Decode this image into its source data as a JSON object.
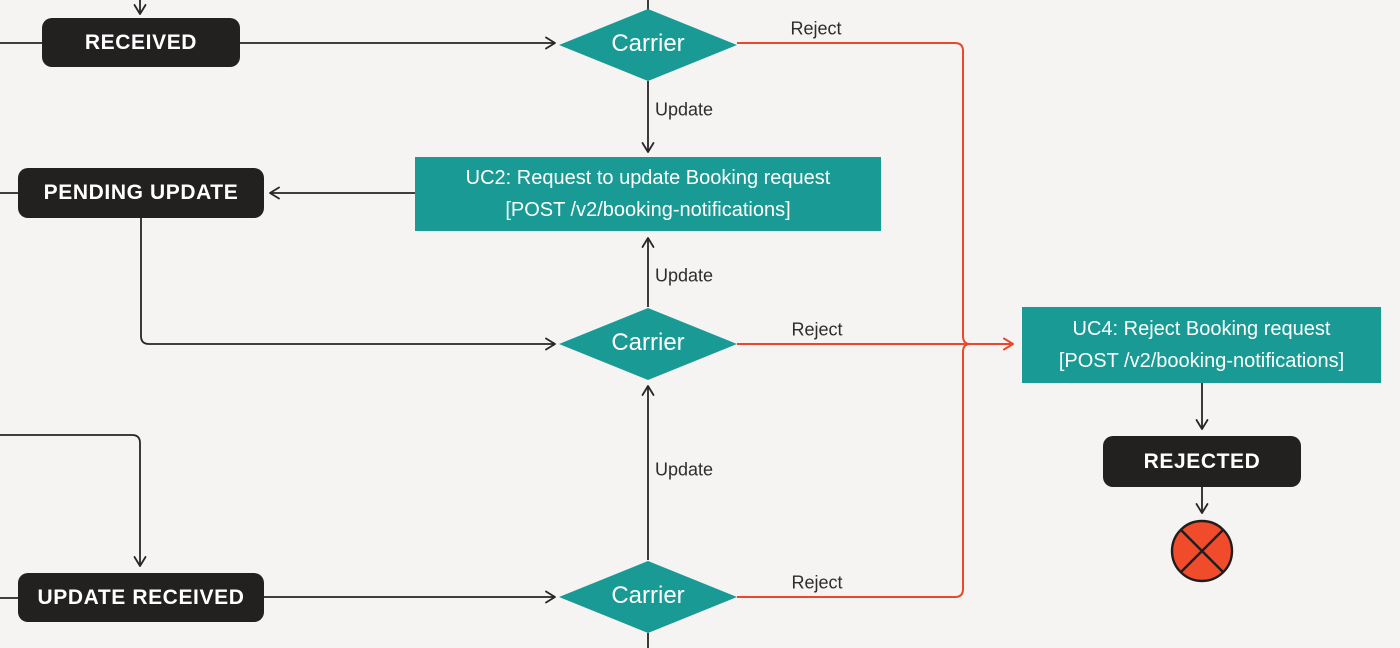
{
  "diagram": {
    "type": "flowchart",
    "title_hint": "Booking request notification state flow",
    "colors": {
      "background": "#f5f4f2",
      "state_fill": "#232020",
      "decision_fill": "#1a9a94",
      "usecase_fill": "#1a9a94",
      "line": "#272525",
      "reject_line": "#e8492b",
      "end_circle_fill": "#f04b2b",
      "text_light": "#ffffff",
      "text_dark": "#2f2d2c"
    },
    "nodes": {
      "received": {
        "label": "RECEIVED",
        "type": "state"
      },
      "pending_update": {
        "label": "PENDING UPDATE",
        "type": "state"
      },
      "update_received": {
        "label": "UPDATE RECEIVED",
        "type": "state"
      },
      "rejected": {
        "label": "REJECTED",
        "type": "state"
      },
      "uc2": {
        "type": "use-case",
        "line1": "UC2: Request to update Booking request",
        "line2": "[POST /v2/booking-notifications]"
      },
      "uc4": {
        "type": "use-case",
        "line1": "UC4: Reject Booking request",
        "line2": "[POST /v2/booking-notifications]"
      },
      "carrier_top": {
        "label": "Carrier",
        "type": "decision"
      },
      "carrier_middle": {
        "label": "Carrier",
        "type": "decision"
      },
      "carrier_bottom": {
        "label": "Carrier",
        "type": "decision"
      },
      "end_terminator": {
        "type": "end-x-circle"
      }
    },
    "edge_labels": {
      "reject_top": "Reject",
      "update_top": "Update",
      "update_middle": "Update",
      "reject_middle": "Reject",
      "update_bottom": "Update",
      "reject_bottom": "Reject"
    },
    "edges_summary": [
      "RECEIVED -> Carrier(top)",
      "Carrier(top) -Update-> UC2",
      "Carrier(top) -Reject-> UC4",
      "UC2 -> PENDING UPDATE",
      "PENDING UPDATE -> Carrier(middle)",
      "Carrier(middle) -Update-> UC2",
      "Carrier(middle) -Reject-> UC4",
      "Carrier(bottom) -Update-> Carrier(middle)",
      "UPDATE RECEIVED -> Carrier(bottom)",
      "Carrier(bottom) -Reject-> UC4",
      "UC4 -> REJECTED",
      "REJECTED -> end"
    ]
  }
}
